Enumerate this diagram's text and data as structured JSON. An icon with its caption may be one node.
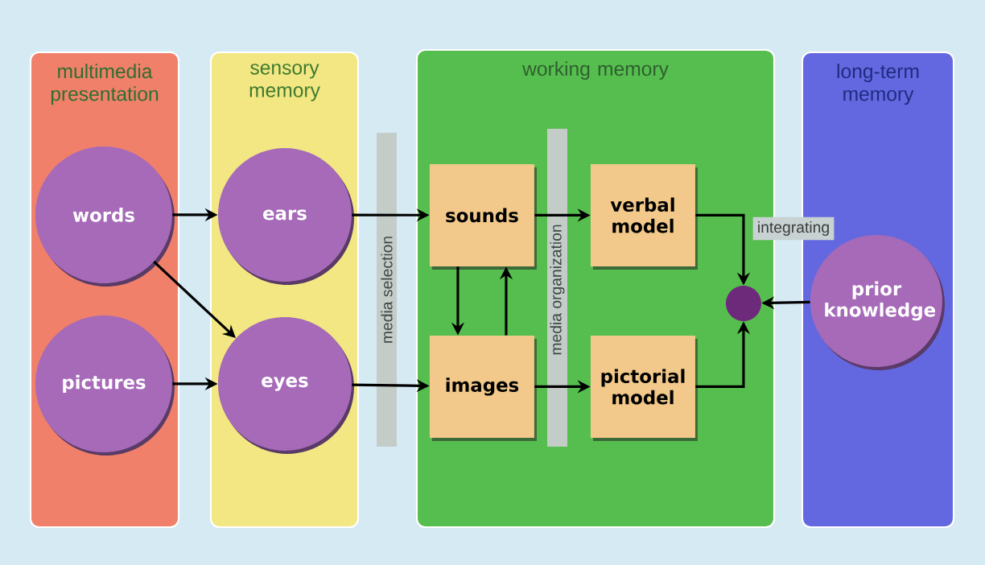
{
  "diagram": {
    "nodes": [
      {
        "text": [
          "multimedia presentation"
        ]
      },
      {
        "text": [
          "words"
        ],
        "in": 0
      },
      {
        "text": [
          "pictures"
        ],
        "in": 0
      },
      {
        "text": [
          "sensory memory"
        ]
      },
      {
        "text": [
          "ears"
        ],
        "in": 3
      },
      {
        "text": [
          "eyes"
        ],
        "in": 3
      },
      {
        "text": [
          "working memory"
        ]
      },
      {
        "text": [
          "sounds"
        ],
        "in": 6
      },
      {
        "text": [
          "images"
        ],
        "in": 6
      },
      {
        "text": [
          "verbal model"
        ],
        "in": 6
      },
      {
        "text": [
          "pictorial model"
        ],
        "in": 6
      },
      {
        "text": [],
        "shape": "circle",
        "in": 6
      },
      {
        "text": [
          "long-term memory"
        ]
      },
      {
        "text": [
          "prior knowledge"
        ],
        "in": 12
      }
    ],
    "edges": [
      {
        "from": 1,
        "to": 4,
        "arrow": "to"
      },
      {
        "from": 1,
        "to": 5,
        "arrow": "to"
      },
      {
        "from": 2,
        "to": 5,
        "arrow": "to"
      },
      {
        "from": 4,
        "to": 7,
        "arrow": "to"
      },
      {
        "from": 5,
        "to": 8,
        "arrow": "to"
      },
      {
        "from": 7,
        "to": 8,
        "arrow": "to"
      },
      {
        "from": 8,
        "to": 7,
        "arrow": "to"
      },
      {
        "from": 7,
        "to": 9,
        "arrow": "to"
      },
      {
        "from": 8,
        "to": 10,
        "arrow": "to"
      },
      {
        "from": 9,
        "to": 11,
        "arrow": "to"
      },
      {
        "from": 10,
        "to": 11,
        "arrow": "to"
      },
      {
        "from": 13,
        "to": 11,
        "arrow": "to"
      }
    ],
    "labels": [
      "media selection",
      "media organization",
      "integrating"
    ]
  }
}
